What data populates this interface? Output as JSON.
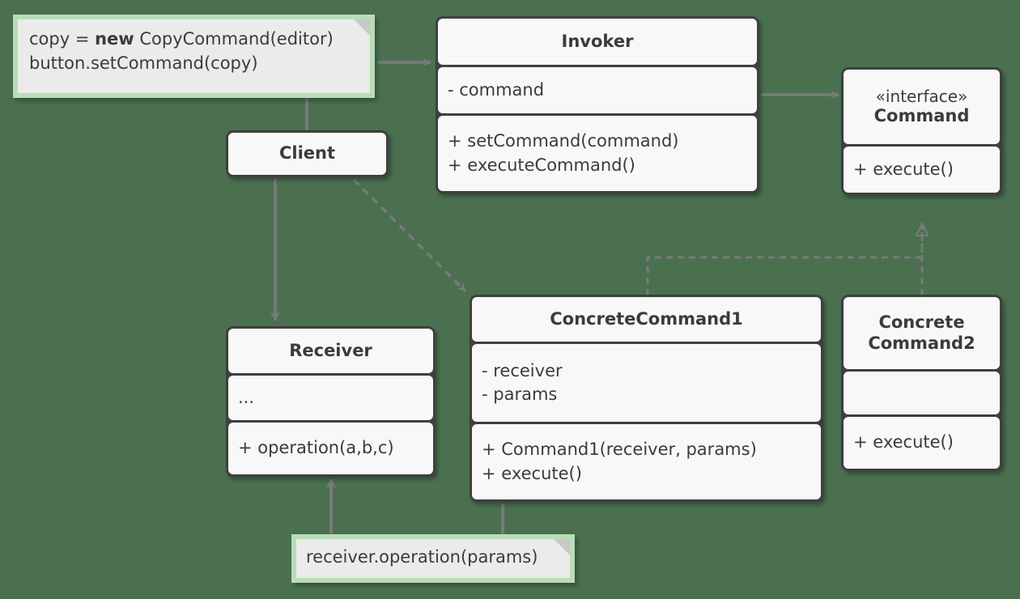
{
  "diagram": {
    "title": "Command design pattern UML class diagram",
    "background_color": "#4a7050",
    "box_border_color": "#3f3f3f",
    "box_fill_color": "#f8f8f8",
    "note_fill_color": "#ebebeb",
    "note_border_color": "#b9dcb9",
    "connector_color": "#7a7a7a"
  },
  "notes": [
    {
      "id": "client-code-note",
      "lines": [
        {
          "pre": "copy = ",
          "keyword": "new",
          "post": " CopyCommand(editor)"
        },
        {
          "pre": "button.setCommand(copy)",
          "keyword": "",
          "post": ""
        }
      ]
    },
    {
      "id": "receiver-call-note",
      "text": "receiver.operation(params)"
    }
  ],
  "classes": [
    {
      "id": "client",
      "name": "Client",
      "stereotype": "",
      "attributes": [],
      "operations": []
    },
    {
      "id": "invoker",
      "name": "Invoker",
      "stereotype": "",
      "attributes": [
        "- command"
      ],
      "operations": [
        "+ setCommand(command)",
        "+ executeCommand()"
      ]
    },
    {
      "id": "command",
      "name": "Command",
      "stereotype": "«interface»",
      "attributes": [],
      "operations": [
        "+ execute()"
      ]
    },
    {
      "id": "receiver",
      "name": "Receiver",
      "stereotype": "",
      "attributes": [
        "..."
      ],
      "operations": [
        "+ operation(a,b,c)"
      ]
    },
    {
      "id": "concrete-command-1",
      "name": "ConcreteCommand1",
      "stereotype": "",
      "attributes": [
        "- receiver",
        "- params"
      ],
      "operations": [
        "+ Command1(receiver, params)",
        "+ execute()"
      ]
    },
    {
      "id": "concrete-command-2",
      "name_line_1": "Concrete",
      "name_line_2": "Command2",
      "stereotype": "",
      "attributes": [],
      "operations": [
        "+ execute()"
      ]
    }
  ],
  "connectors": [
    {
      "id": "note-to-client",
      "from": "client-code-note",
      "to": "client",
      "style": "solid",
      "arrow": "none"
    },
    {
      "id": "note-to-invoker",
      "from": "client-code-note",
      "to": "invoker",
      "style": "solid",
      "arrow": "open"
    },
    {
      "id": "invoker-to-command",
      "from": "invoker",
      "to": "command",
      "style": "solid",
      "arrow": "open"
    },
    {
      "id": "client-to-receiver",
      "from": "client",
      "to": "receiver",
      "style": "solid",
      "arrow": "open"
    },
    {
      "id": "client-to-concrete-command-1",
      "from": "client",
      "to": "concrete-command-1",
      "style": "dashed",
      "arrow": "open"
    },
    {
      "id": "concrete-command-1-realizes-command",
      "from": "concrete-command-1",
      "to": "command",
      "style": "dashed",
      "arrow": "hollow-triangle"
    },
    {
      "id": "concrete-command-2-realizes-command",
      "from": "concrete-command-2",
      "to": "command",
      "style": "dashed",
      "arrow": "hollow-triangle"
    },
    {
      "id": "note-to-receiver",
      "from": "receiver-call-note",
      "to": "receiver",
      "style": "solid",
      "arrow": "open"
    },
    {
      "id": "note-to-concrete-command-1",
      "from": "receiver-call-note",
      "to": "concrete-command-1",
      "style": "solid",
      "arrow": "none"
    }
  ]
}
